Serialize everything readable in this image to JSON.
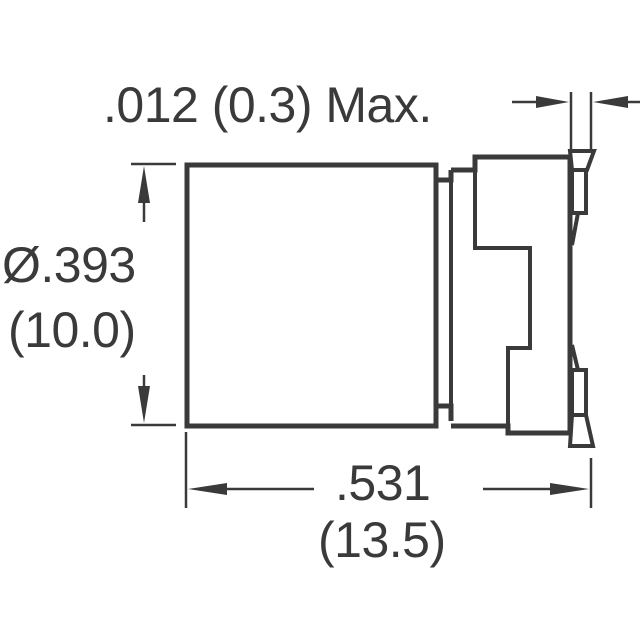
{
  "diagram": {
    "type": "mechanical-dimension-drawing",
    "subject": "SMD aluminum electrolytic capacitor side profile",
    "line_color": "#3a3a3a",
    "background": "#ffffff",
    "dimensions": {
      "lead_thickness": {
        "inch": ".012",
        "mm": "(0.3)",
        "qualifier": "Max.",
        "full_label": ".012 (0.3) Max."
      },
      "diameter": {
        "symbol": "Ø",
        "inch": "Ø.393",
        "mm": "(10.0)"
      },
      "height": {
        "inch": ".531",
        "mm": "(13.5)"
      }
    }
  }
}
